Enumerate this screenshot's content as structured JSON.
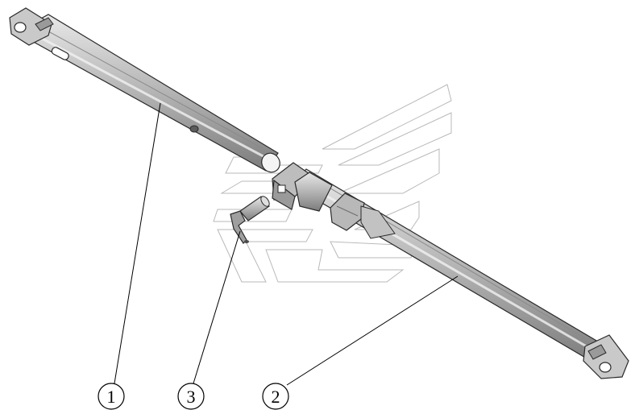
{
  "callouts": [
    {
      "id": "1",
      "label": "1"
    },
    {
      "id": "2",
      "label": "2"
    },
    {
      "id": "3",
      "label": "3"
    }
  ],
  "colors": {
    "rod_light": "#dcdcdc",
    "rod_mid": "#a8a8a8",
    "rod_dark": "#6e6e6e",
    "outline": "#2a2a2a",
    "watermark": "#b9b9b9",
    "leader": "#000000"
  }
}
